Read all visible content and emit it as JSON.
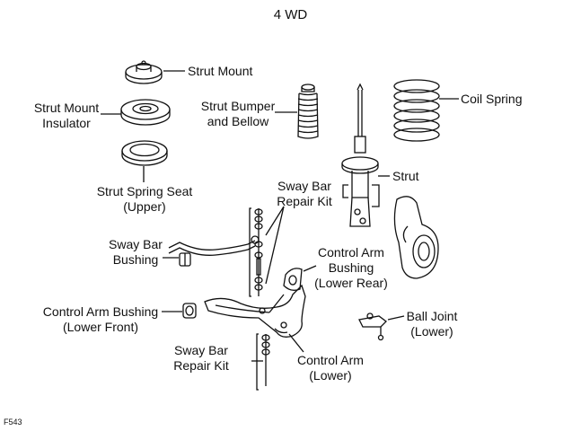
{
  "title": "4 WD",
  "figure_id": "F543",
  "labels": {
    "strut_mount": "Strut Mount",
    "strut_mount_insulator": [
      "Strut Mount",
      "Insulator"
    ],
    "strut_bumper": [
      "Strut Bumper",
      "and Bellow"
    ],
    "coil_spring": "Coil Spring",
    "strut_spring_seat": [
      "Strut Spring Seat",
      "(Upper)"
    ],
    "strut": "Strut",
    "sway_bar_repair_kit_upper": [
      "Sway Bar",
      "Repair Kit"
    ],
    "sway_bar_bushing": [
      "Sway Bar",
      "Bushing"
    ],
    "control_arm_bushing_rear": [
      "Control Arm",
      "Bushing",
      "(Lower Rear)"
    ],
    "control_arm_bushing_front": [
      "Control Arm Bushing",
      "(Lower Front)"
    ],
    "ball_joint": [
      "Ball Joint",
      "(Lower)"
    ],
    "sway_bar_repair_kit_lower": [
      "Sway Bar",
      "Repair Kit"
    ],
    "control_arm": [
      "Control Arm",
      "(Lower)"
    ]
  }
}
